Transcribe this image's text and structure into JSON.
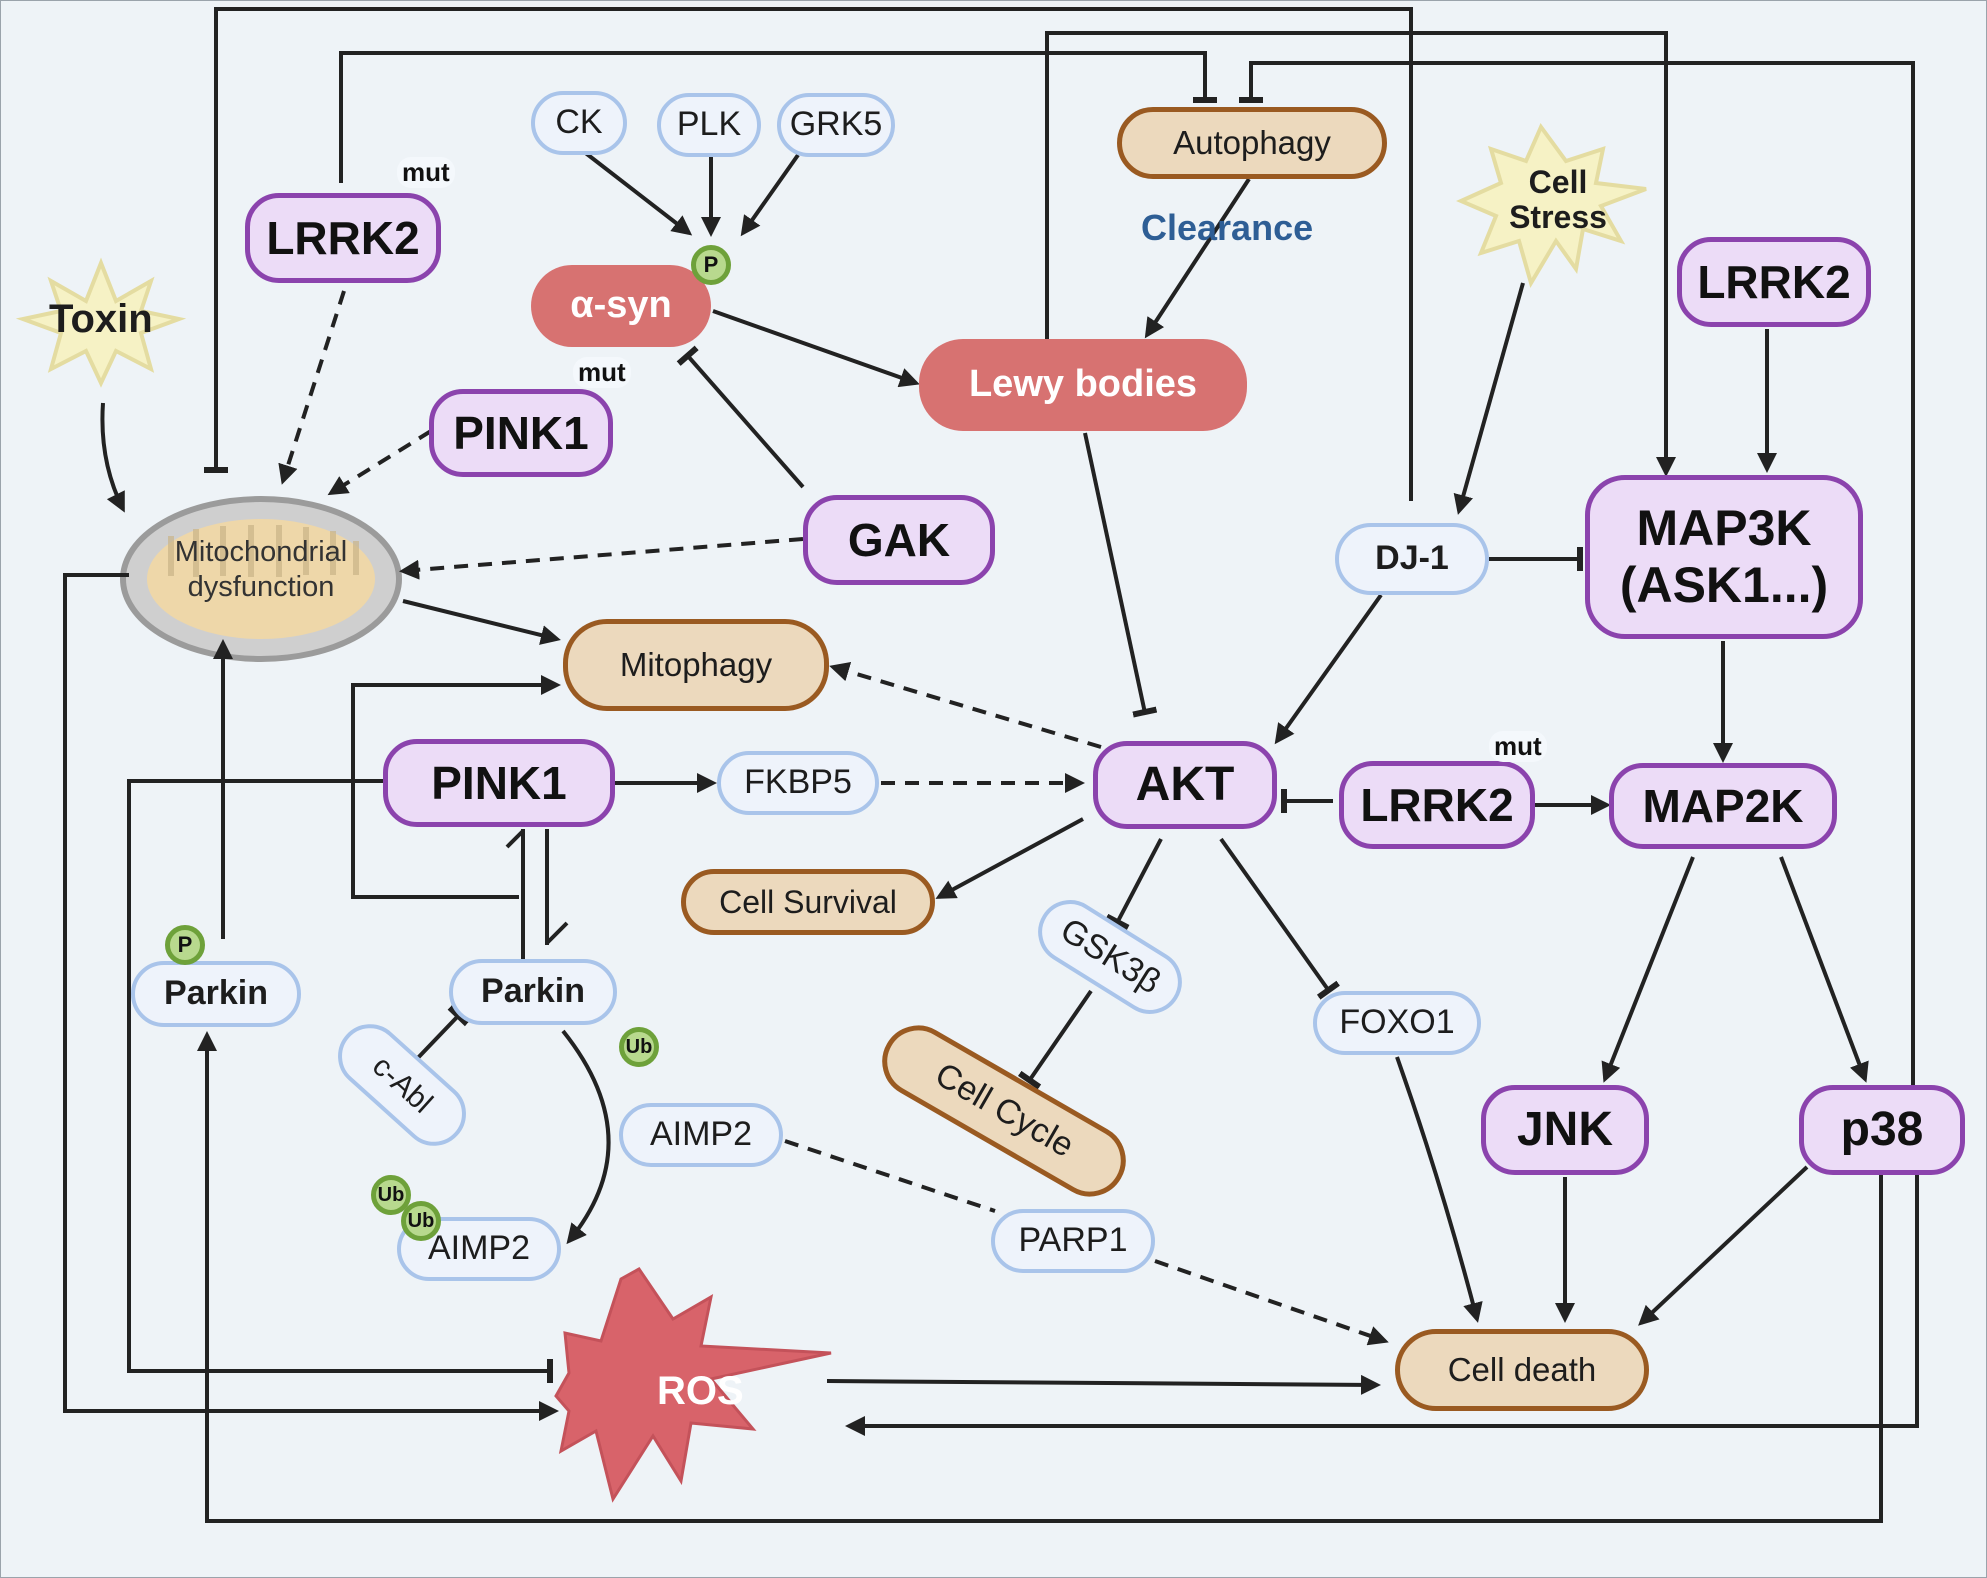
{
  "nodes": {
    "ck": "CK",
    "plk": "PLK",
    "grk5": "GRK5",
    "alpha_syn": "α-syn",
    "autophagy": "Autophagy",
    "clearance": "Clearance",
    "cell_stress_line1": "Cell",
    "cell_stress_line2": "Stress",
    "lrrk2_top_left": "LRRK2",
    "lrrk2_right": "LRRK2",
    "lrrk2_mid": "LRRK2",
    "toxin": "Toxin",
    "pink1_top": "PINK1",
    "pink1_mid": "PINK1",
    "lewy_bodies": "Lewy bodies",
    "gak": "GAK",
    "mito_line1": "Mitochondrial",
    "mito_line2": "dysfunction",
    "dj1": "DJ-1",
    "map3k_line1": "MAP3K",
    "map3k_line2": "(ASK1...)",
    "mitophagy": "Mitophagy",
    "fkbp5": "FKBP5",
    "akt": "AKT",
    "map2k": "MAP2K",
    "cell_survival": "Cell Survival",
    "gsk3b": "GSK3β",
    "foxo1": "FOXO1",
    "parkin_left": "Parkin",
    "parkin_mid": "Parkin",
    "c_abl": "c-Abl",
    "cell_cycle": "Cell Cycle",
    "aimp2": "AIMP2",
    "aimp2_ub": "AIMP2",
    "parp1": "PARP1",
    "jnk": "JNK",
    "p38": "p38",
    "ros": "ROS",
    "cell_death": "Cell death"
  },
  "labels": {
    "mut": "mut",
    "phospho": "P",
    "ubiquitin": "Ub"
  },
  "colors": {
    "background": "#eef3f7",
    "arrow": "#222222",
    "protein_border": "#a9c4ea",
    "kinase_fill": "#ecdcf7",
    "kinase_border": "#8b43ad",
    "process_fill": "#ecd9bd",
    "process_border": "#9a5a21",
    "pathology_fill": "#d77271",
    "clearance_text": "#2e5e95",
    "badge_fill": "#b8d98e",
    "badge_border": "#6ea13a"
  },
  "icons": {
    "toxin": "starburst-icon",
    "cell_stress": "starburst-icon",
    "ros": "starburst-icon",
    "mitochondrion": "mitochondrion-icon"
  }
}
